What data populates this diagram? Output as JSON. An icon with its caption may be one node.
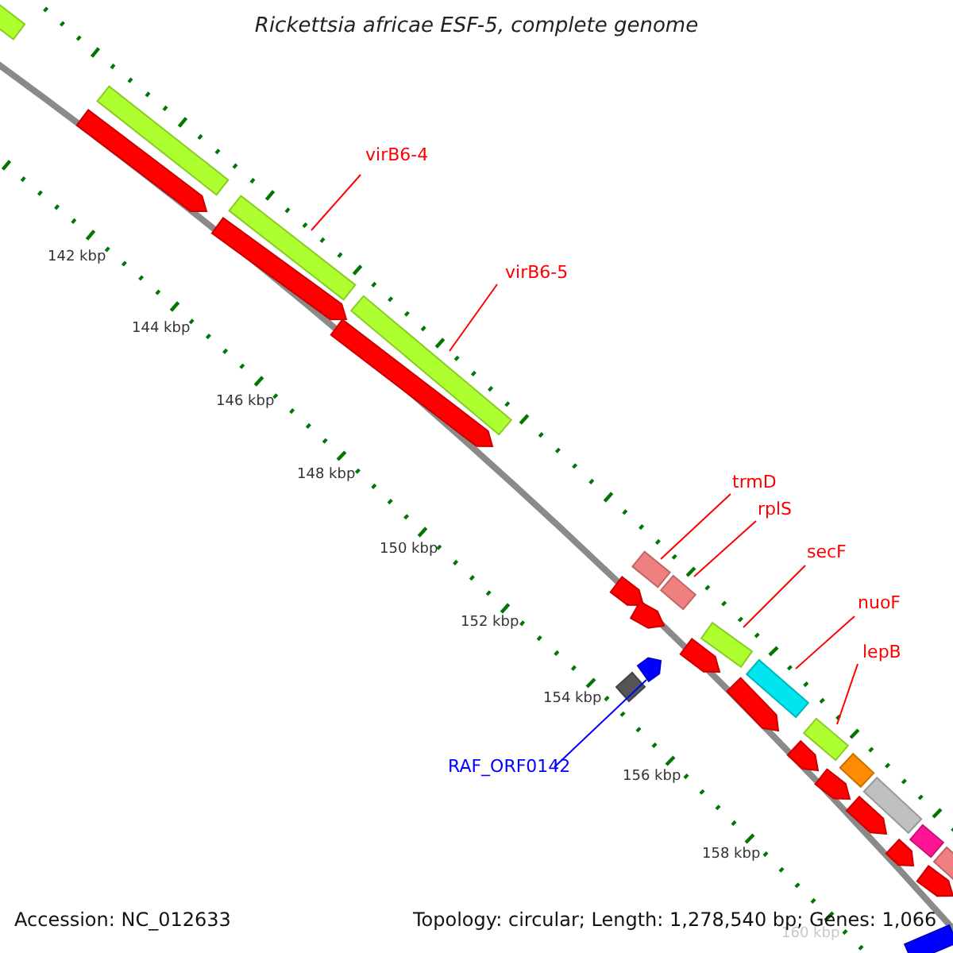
{
  "diagram": {
    "title": "Rickettsia africae ESF-5, complete genome",
    "nodes": [
      {
        "text": [
          "virB6-4"
        ]
      },
      {
        "text": [],
        "shape": "bar"
      },
      {
        "text": [
          "virB6-5"
        ]
      },
      {
        "text": [],
        "shape": "bar"
      },
      {
        "text": [
          "trmD"
        ]
      },
      {
        "text": [],
        "shape": "bar"
      },
      {
        "text": [
          "rplS"
        ]
      },
      {
        "text": [],
        "shape": "bar"
      },
      {
        "text": [
          "secF"
        ]
      },
      {
        "text": [],
        "shape": "bar"
      },
      {
        "text": [
          "nuoF"
        ]
      },
      {
        "text": [],
        "shape": "bar"
      },
      {
        "text": [
          "lepB"
        ]
      },
      {
        "text": [],
        "shape": "bar"
      },
      {
        "text": [
          "RAF_ORF0142"
        ]
      },
      {
        "text": [],
        "shape": "bar"
      },
      {
        "text": [],
        "shape": "bar"
      },
      {
        "text": [],
        "shape": "bar"
      },
      {
        "text": [],
        "shape": "bar"
      },
      {
        "text": [],
        "shape": "bar"
      },
      {
        "text": [],
        "shape": "bar"
      },
      {
        "text": [],
        "shape": "bar"
      },
      {
        "text": [],
        "shape": "bar"
      },
      {
        "text": [],
        "shape": "bar"
      },
      {
        "text": [],
        "shape": "bar"
      },
      {
        "text": [],
        "shape": "bar"
      },
      {
        "text": [],
        "shape": "bar"
      },
      {
        "text": [],
        "shape": "bar"
      },
      {
        "text": [],
        "shape": "bar"
      },
      {
        "text": [],
        "shape": "bar"
      },
      {
        "text": [],
        "shape": "bar"
      },
      {
        "text": [],
        "shape": "bar"
      },
      {
        "text": [],
        "shape": "bar"
      },
      {
        "text": [],
        "shape": "bar"
      },
      {
        "text": [],
        "shape": "bar"
      },
      {
        "text": [],
        "shape": "bar"
      }
    ],
    "edges": [
      {
        "from": 0,
        "to": 1,
        "arrow": "none"
      },
      {
        "from": 2,
        "to": 3,
        "arrow": "none"
      },
      {
        "from": 4,
        "to": 5,
        "arrow": "none"
      },
      {
        "from": 6,
        "to": 7,
        "arrow": "none"
      },
      {
        "from": 8,
        "to": 9,
        "arrow": "none"
      },
      {
        "from": 10,
        "to": 11,
        "arrow": "none"
      },
      {
        "from": 12,
        "to": 13,
        "arrow": "none"
      },
      {
        "from": 14,
        "to": 15,
        "arrow": "none",
        "color": "#0000ff"
      }
    ],
    "labels": [
      "142 kbp",
      "144 kbp",
      "146 kbp",
      "148 kbp",
      "150 kbp",
      "152 kbp",
      "154 kbp",
      "156 kbp",
      "158 kbp",
      "160 kbp",
      "Accession: NC_012633",
      "Topology: circular; Length: 1,278,540 bp; Genes: 1,066"
    ]
  }
}
